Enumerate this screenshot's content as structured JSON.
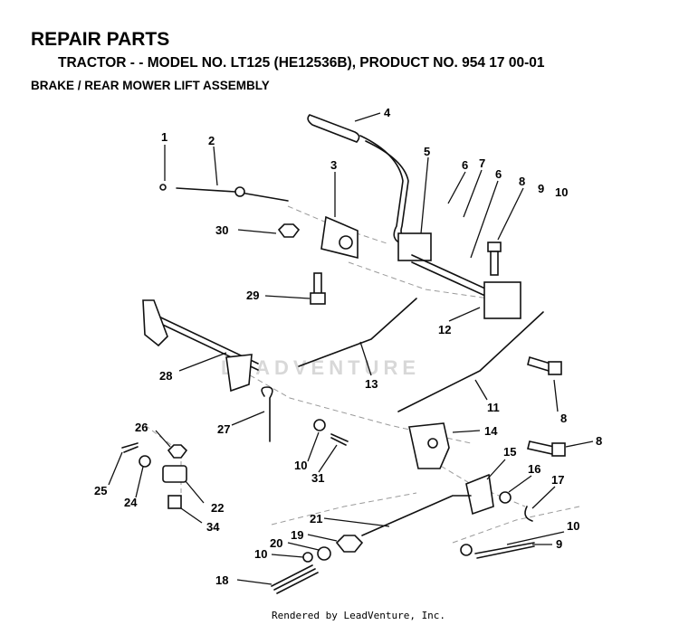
{
  "header": {
    "title": "REPAIR PARTS",
    "subtitle": "TRACTOR - - MODEL NO. LT125 (HE12536B),  PRODUCT NO. 954 17 00-01",
    "assembly": "BRAKE / REAR MOWER LIFT ASSEMBLY"
  },
  "watermark": "LEADVENTURE",
  "footer": "Rendered by LeadVenture, Inc.",
  "callouts": [
    "1",
    "2",
    "3",
    "4",
    "5",
    "6",
    "7",
    "6",
    "8",
    "9",
    "10",
    "30",
    "29",
    "12",
    "28",
    "13",
    "11",
    "8",
    "27",
    "10",
    "31",
    "14",
    "26",
    "25",
    "24",
    "22",
    "34",
    "15",
    "8",
    "16",
    "17",
    "21",
    "10",
    "19",
    "20",
    "9",
    "10",
    "18"
  ]
}
